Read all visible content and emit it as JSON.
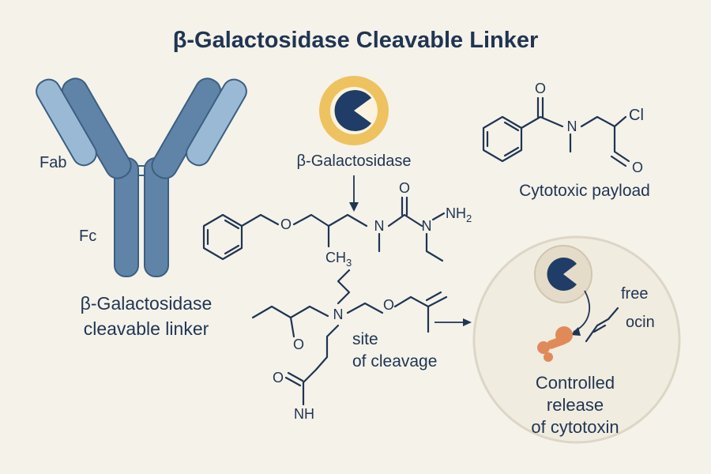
{
  "title": "β-Galactosidase Cleavable Linker",
  "antibody": {
    "fab_label": "Fab",
    "fc_label": "Fc",
    "caption_line1": "β-Galactosidase",
    "caption_line2": "cleavable linker"
  },
  "enzyme": {
    "label": "β-Galactosidase",
    "icon": "pacman-enzyme-icon",
    "halo_color": "#eec25f",
    "body_color": "#1f3d66"
  },
  "linker_atoms": {
    "o_ether": "O",
    "n1": "N",
    "o_carbonyl": "O",
    "n2": "N",
    "nh2": "NH",
    "nh2_sub": "2",
    "ch3": "CH",
    "ch3_sub": "3",
    "n_center": "N",
    "o_left": "O",
    "o_ester": "O",
    "o_amide": "O",
    "nh": "NH"
  },
  "cleavage": {
    "line1": "site",
    "line2": "of cleavage"
  },
  "payload": {
    "label": "Cytotoxic payload",
    "o_top": "O",
    "n": "N",
    "cl": "Cl",
    "o_bottom": "O"
  },
  "cell": {
    "free_line1": "free",
    "free_line2": "ocin",
    "caption_line1": "Controlled",
    "caption_line2": "release",
    "caption_line3": "of cytotoxin",
    "toxin_color": "#e08a5a",
    "fill_color": "#f1ece0"
  },
  "colors": {
    "antibody_dark": "#5f84a8",
    "antibody_light": "#9ab9d4",
    "text": "#1f3552"
  }
}
